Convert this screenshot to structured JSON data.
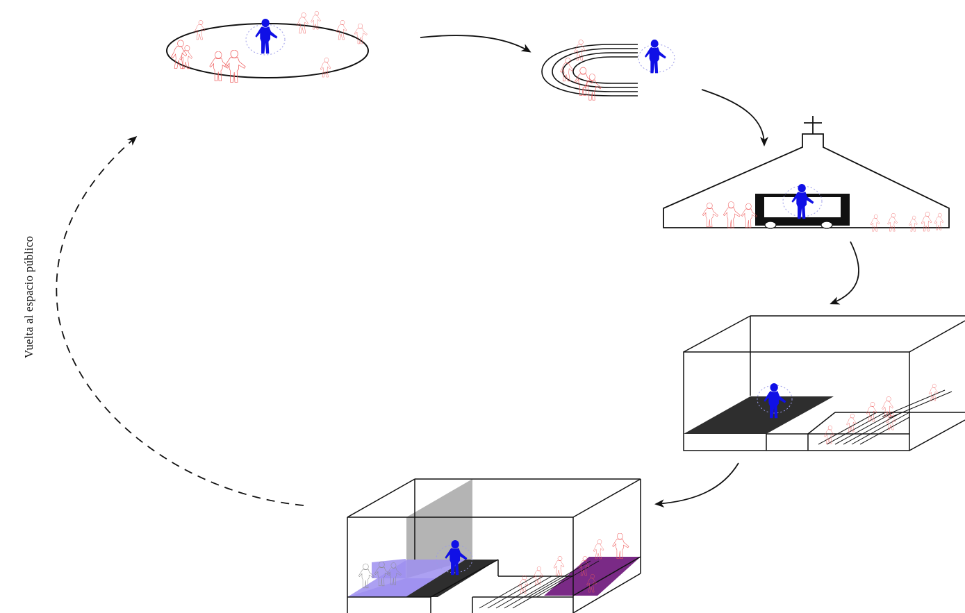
{
  "diagram": {
    "return_label": "Vuelta al espacio público",
    "colors": {
      "protagonist": "#1010e6",
      "crowd": "#ee5a5a",
      "aura": "#9a9ae8",
      "line": "#111111",
      "dark_platform": "#2e2e2e",
      "grey_wall": "#b4b4b4",
      "lilac_floor": "#9d8ff0",
      "purple_floor": "#7a2a86",
      "neutral_figures": "#8a8a8a"
    },
    "stages": [
      {
        "id": "ring",
        "icon": "crowd-ring-icon"
      },
      {
        "id": "arcs",
        "icon": "arc-seating-icon"
      },
      {
        "id": "church",
        "icon": "church-icon"
      },
      {
        "id": "room-platform",
        "icon": "room-platform-icon"
      },
      {
        "id": "room-split",
        "icon": "room-split-icon"
      }
    ]
  }
}
